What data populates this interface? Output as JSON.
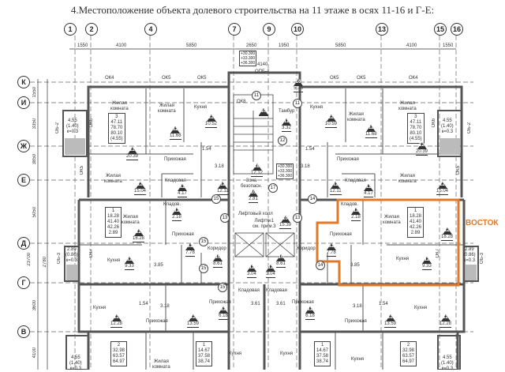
{
  "title": "4.Местоположение объекта долевого строительства на 11 этаже в осях 11-16 и Г-Е:",
  "axes_top": [
    "1",
    "2",
    "4",
    "7",
    "9",
    "10",
    "13",
    "15",
    "16"
  ],
  "axes_left": [
    "К",
    "И",
    "Ж",
    "Е",
    "Д",
    "Г",
    "В"
  ],
  "dims_top": [
    "1550",
    "4100",
    "5850",
    "2650",
    "1950",
    "5850",
    "4100",
    "1550"
  ],
  "dims_left": [
    "1550",
    "3350",
    "3850",
    "5050",
    "2780",
    "23700",
    "3600",
    "4100"
  ],
  "elevations": "+30.300\n+33.300\n+36.300",
  "core_dim": "4140",
  "openings": [
    "ОК4",
    "ОК5",
    "ОК5",
    "ОПБ-4",
    "ОК5",
    "ОК5",
    "ОК4",
    "ОК8",
    "ОК6",
    "ОК6",
    "ОК5",
    "ОК5",
    "ОК7",
    "ОК7",
    "ОБ-2",
    "ОБ-2",
    "ОБ-3",
    "ОБ-3"
  ],
  "balconies": [
    "4.55\n(1.40)\nк=0.3",
    "4.55\n(1.40)\nк=0.3",
    "2.89\n(0.86)\nк=0.3",
    "2.89\n(0.86)\nк=0.3",
    "4.55\n(1.40)\nк=0.3",
    "4.55\n(1.40)\nк=0.3"
  ],
  "apartments": [
    "3\n47.11\n78.70\n80.10\n(4.55)",
    "3\n47.11\n78.70\n80.10\n(4.55)",
    "1\n18.28\n41.40\n42.26\n2.89",
    "1\n18.28\n41.40\n42.26\n2.89",
    "2\n32.98\n63.57\n64.97",
    "1\n14.67\n37.58\n38.74",
    "1\n14.67\n37.58\n38.74",
    "2\n32.98\n63.57\n64.97"
  ],
  "rooms": [
    "Жилая\nкомната",
    "Жилая\nкомната",
    "Кухня",
    "Прихожая",
    "Жилая\nкомната",
    "Кладовая",
    "Кухня",
    "Жилая\nкомната",
    "Жилая\nкомната",
    "Прихожая",
    "Кладовая",
    "Жилая\nкомната",
    "Тамбур",
    "Зона\nбезопасн.",
    "Лифтовый холл",
    "Лифт№1\nсм. прим.3",
    "Жилая\nкомната",
    "Кладов.",
    "Прихожая",
    "Коридор",
    "Кухня",
    "Кладов.",
    "Жилая\nкомната",
    "Прихожая",
    "Коридор",
    "Кухня",
    "Кухня",
    "Прихожая",
    "Прихожая",
    "Кладовая",
    "Кладовая",
    "Прихожая",
    "Прихожая",
    "Кухня",
    "Жилая\nкомната",
    "Кухня",
    "Кухня",
    "Кухня"
  ],
  "areas": [
    {
      "n": "12",
      "v": "11.68"
    },
    {
      "n": "12",
      "v": "10.52"
    },
    {
      "n": "12",
      "v": "20.39"
    },
    {
      "n": "12",
      "v": "15.04"
    },
    {
      "n": "12",
      "v": "4.17"
    },
    {
      "n": "12",
      "v": "12.11"
    },
    {
      "n": "12",
      "v": "10.59"
    },
    {
      "n": "12",
      "v": "11.68"
    },
    {
      "n": "12",
      "v": "20.39"
    },
    {
      "n": "12",
      "v": "15.04"
    },
    {
      "n": "12",
      "v": "4.17"
    },
    {
      "n": "12",
      "v": "12.11"
    },
    {
      "n": "10",
      "v": ""
    },
    {
      "n": "11",
      "v": "3.32"
    },
    {
      "n": "16",
      "v": "5.75"
    },
    {
      "n": "18",
      "v": "12.12"
    },
    {
      "n": "10",
      "v": "2.81"
    },
    {
      "n": "10",
      "v": "15.39"
    },
    {
      "n": "12",
      "v": "18.28"
    },
    {
      "n": "12",
      "v": "2.18"
    },
    {
      "n": "12",
      "v": "7.78"
    },
    {
      "n": "10",
      "v": "8.61"
    },
    {
      "n": "12",
      "v": "9.33"
    },
    {
      "n": "12",
      "v": "18.28"
    },
    {
      "n": "12",
      "v": "2.18"
    },
    {
      "n": "12",
      "v": "7.78"
    },
    {
      "n": "10",
      "v": "8.61"
    },
    {
      "n": "12",
      "v": "9.33"
    },
    {
      "n": "12",
      "v": "3.04"
    },
    {
      "n": "12",
      "v": "3.04"
    },
    {
      "n": "12",
      "v": "12.28"
    },
    {
      "n": "12",
      "v": "13.59"
    },
    {
      "n": "12",
      "v": "6.18"
    },
    {
      "n": "12",
      "v": "6.18"
    },
    {
      "n": "12",
      "v": "13.59"
    },
    {
      "n": "12",
      "v": "12.28"
    }
  ],
  "small_areas": [
    "1.54",
    "3.18",
    "1.54",
    "3.18",
    "3.85",
    "3.85",
    "1.54",
    "3.18",
    "3.18",
    "1.54",
    "3.61",
    "3.61"
  ],
  "markers": [
    "11",
    "11",
    "12",
    "13",
    "13",
    "14",
    "14",
    "15",
    "15",
    "15",
    "15",
    "17"
  ],
  "compass_label": "ВОСТОК",
  "colors": {
    "highlight": "#e07a2a",
    "wall": "#555555"
  }
}
